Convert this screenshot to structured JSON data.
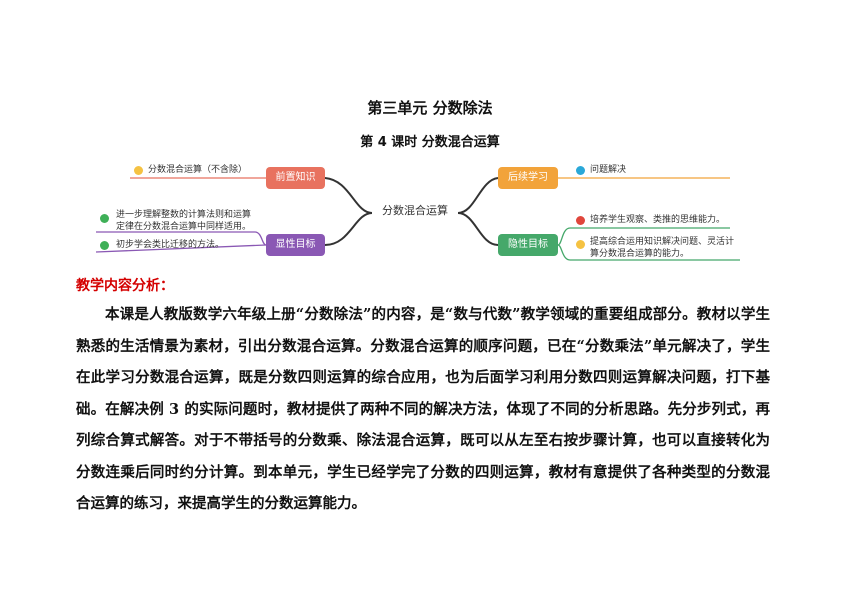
{
  "title": "第三单元  分数除法",
  "subtitle": "第 4 课时  分数混合运算",
  "mindmap": {
    "center": "分数混合运算",
    "left": [
      {
        "label": "前置知识",
        "color": "#e8725f",
        "leaves": [
          {
            "icon": "smile-icon",
            "text": "分数混合运算（不含除）"
          }
        ]
      },
      {
        "label": "显性目标",
        "color": "#8a58b4",
        "leaves": [
          {
            "icon": "check-icon",
            "text_line1": "进一步理解整数的计算法则和运算",
            "text_line2": "定律在分数混合运算中同样适用。"
          },
          {
            "icon": "check-icon",
            "text": "初步学会类比迁移的方法。"
          }
        ]
      }
    ],
    "right": [
      {
        "label": "后续学习",
        "color": "#f2a33a",
        "leaves": [
          {
            "icon": "star-icon",
            "text": "问题解决"
          }
        ]
      },
      {
        "label": "隐性目标",
        "color": "#45a86a",
        "leaves": [
          {
            "icon": "flag-icon",
            "text": "培养学生观察、类推的思维能力。"
          },
          {
            "icon": "medal-icon",
            "text_line1": "提高综合运用知识解决问题、灵活计",
            "text_line2": "算分数混合运算的能力。"
          }
        ]
      }
    ]
  },
  "analysis": {
    "heading": "教学内容分析：",
    "paragraph": "本课是人教版数学六年级上册“分数除法”的内容，是“数与代数”教学领域的重要组成部分。教材以学生熟悉的生活情景为素材，引出分数混合运算。分数混合运算的顺序问题，已在“分数乘法”单元解决了，学生在此学习分数混合运算，既是分数四则运算的综合应用，也为后面学习利用分数四则运算解决问题，打下基础。在解决例 3 的实际问题时，教材提供了两种不同的解决方法，体现了不同的分析思路。先分步列式，再列综合算式解答。对于不带括号的分数乘、除法混合运算，既可以从左至右按步骤计算，也可以直接转化为分数连乘后同时约分计算。到本单元，学生已经学完了分数的四则运算，教材有意提供了各种类型的分数混合运算的练习，来提高学生的分数运算能力。"
  }
}
